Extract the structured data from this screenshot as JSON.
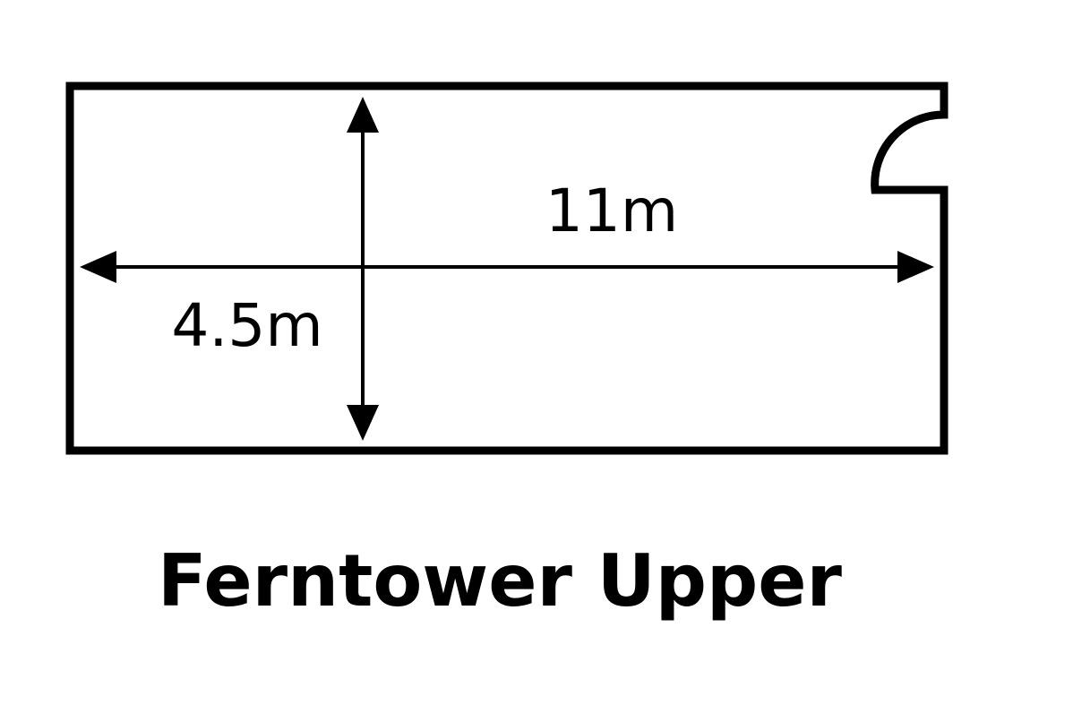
{
  "diagram": {
    "room_name": "Ferntower Upper",
    "length_label": "11m",
    "width_label": "4.5m",
    "colors": {
      "line": "#000000",
      "background": "#ffffff"
    }
  }
}
